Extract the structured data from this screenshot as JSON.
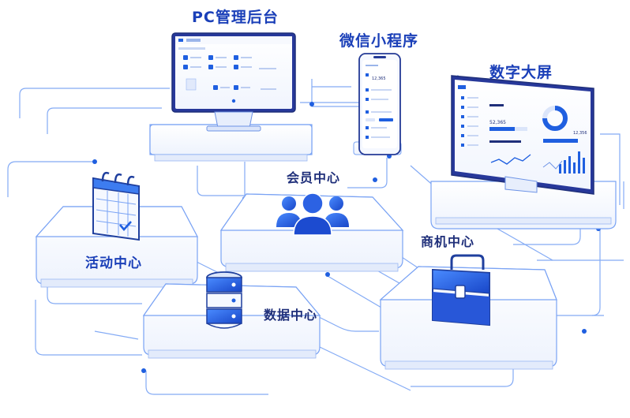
{
  "labels": {
    "pc_admin": "PC管理后台",
    "mini_program": "微信小程序",
    "big_screen": "数字大屏",
    "member_center": "会员中心",
    "activity_center": "活动中心",
    "business_center": "商机中心",
    "data_center": "数据中心"
  },
  "phone_screen": {
    "stat_value": "12,365"
  },
  "big_screen": {
    "stat_value": "52,365",
    "stat_value_2": "12,356"
  },
  "colors": {
    "accent": "#1f5fe0",
    "line": "#3d7cf0",
    "label": "#1a3fb8"
  },
  "icons": {
    "member": "people-group-icon",
    "activity": "calendar-icon",
    "business": "briefcase-icon",
    "data": "database-icon"
  }
}
